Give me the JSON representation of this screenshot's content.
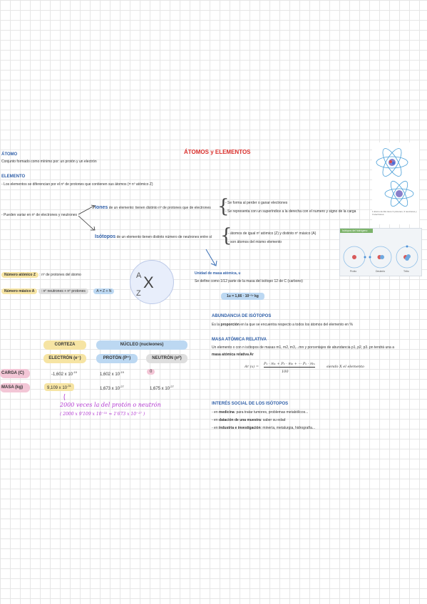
{
  "title": "ÁTOMOS y ELEMENTOS",
  "atomo": {
    "heading": "ÁTOMO",
    "text": "Conjunto formado como mínimo por: un protón y un electrón"
  },
  "elemento": {
    "heading": "ELEMENTO",
    "text": "- Los elementos se diferencian por el nº de protones que contienen sus átomos (= nº atómico Z)",
    "variar": "- Pueden variar en nº de electrones y neutrones",
    "iones_word": "Iones",
    "iones_text": "de un elemento: tienen distinto nº de protones que de electrones",
    "iones_bullets": [
      "- Se forma al perder o ganar electrones",
      "- Se representa con un superíndice a la derecha con el numero y signo de la carga"
    ],
    "isotopos_word": "Isótopos",
    "isotopos_text": "de un elemento tienen distinto número de neutrones entre sí",
    "isotopos_bullets": [
      "- átomos de igual nº atómico (Z) y distinto nº másico (A)",
      "- son átomos del mismo elemento"
    ]
  },
  "numeros": {
    "atomico_label": "Número atómico Z",
    "atomico_text": ": nº de protones del átomo",
    "masico_label": "Número másico A",
    "masico_text": ": nº neutrones + nº protones",
    "formula": "A = Z + N",
    "symbol_A": "A",
    "symbol_X": "X",
    "symbol_Z": "Z"
  },
  "uma": {
    "heading": "Unidad de masa atómica, u",
    "text": "Se define como 1/12 parte de la masa del isótopo 12 de C (carbono)",
    "value": "1u = 1,66 · 10⁻²⁷ kg"
  },
  "abundancia": {
    "heading": "ABUNDANCIA DE ISÓTOPOS",
    "text_prefix": "Es la",
    "text_bold": "proporción",
    "text_suffix": "en la que se encuentra respecto a todos los átomos del elemento en %"
  },
  "masa_relativa": {
    "heading": "MASA ATÓMICA RELATIVA",
    "text": "Un elemento x con n isótopos de masas m1, m2, m3,...mn y porcentajes de abundancia p1, p2, p3..pn tendrá una a",
    "text2_bold": "masa atómica relativa Ar",
    "formula_left": "Ar (x) =",
    "formula_num": "P₁ · m₁ + P₂ · m₂ + ··· Pₙ · mₙ",
    "formula_den": "100",
    "formula_note": "siendo X el elemento"
  },
  "interes": {
    "heading": "INTERÉS SOCIAL DE LOS ISÓTOPOS",
    "items": [
      {
        "bold": "medicina",
        "prefix": "- en ",
        "text": ": para tratar tumores, problemas metabólicos..."
      },
      {
        "bold": "datación de una muestra",
        "prefix": "- en ",
        "text": ": saber su edad"
      },
      {
        "bold": "industria e investigación",
        "prefix": "- en ",
        "text": ": minería, metalurgia, hidrografía..."
      }
    ]
  },
  "table": {
    "corteza": "CORTEZA",
    "nucleo": "NÚCLEO (nucleones)",
    "electron": "ELECTRÓN (e⁻)",
    "proton": "PROTÓN (P⁺)",
    "neutron": "NEUTRÓN (n⁰)",
    "carga_label": "CARGA (C)",
    "masa_label": "MASA (kg)",
    "carga": {
      "electron_base": "-1,602 x 10",
      "electron_exp": "-19",
      "proton_base": "1,602 x 10",
      "proton_exp": "-19",
      "neutron": "0"
    },
    "masa": {
      "electron_base": "9,109 x 10",
      "electron_exp": "-31",
      "proton_base": "1,673 x 10",
      "proton_exp": "-27",
      "neutron_base": "1,675 x 10",
      "neutron_exp": "-27"
    }
  },
  "hand_note": {
    "line1": "2000 veces la del protón o neutrón",
    "line2": "( 2000 x 9'109 x 10⁻³¹ ≈ 1'673 x 10⁻²⁷ )"
  },
  "images": {
    "atom_caption": "1 átomo de litio tiene 3 protones, 3 neutrones y 3 electrones.",
    "isotope_caption": "Isótopos del hidrógeno",
    "isotope_labels": [
      "Protio",
      "Deuterio",
      "Tritio"
    ]
  },
  "colors": {
    "blue_heading": "#2f5fa8",
    "red_title": "#d9302c",
    "highlight_blue": "#bcd8f2",
    "highlight_yellow": "#f6e4a3",
    "highlight_gray": "#dedede",
    "pink_label": "#f3c6d6",
    "handwriting": "#b33ad1"
  }
}
